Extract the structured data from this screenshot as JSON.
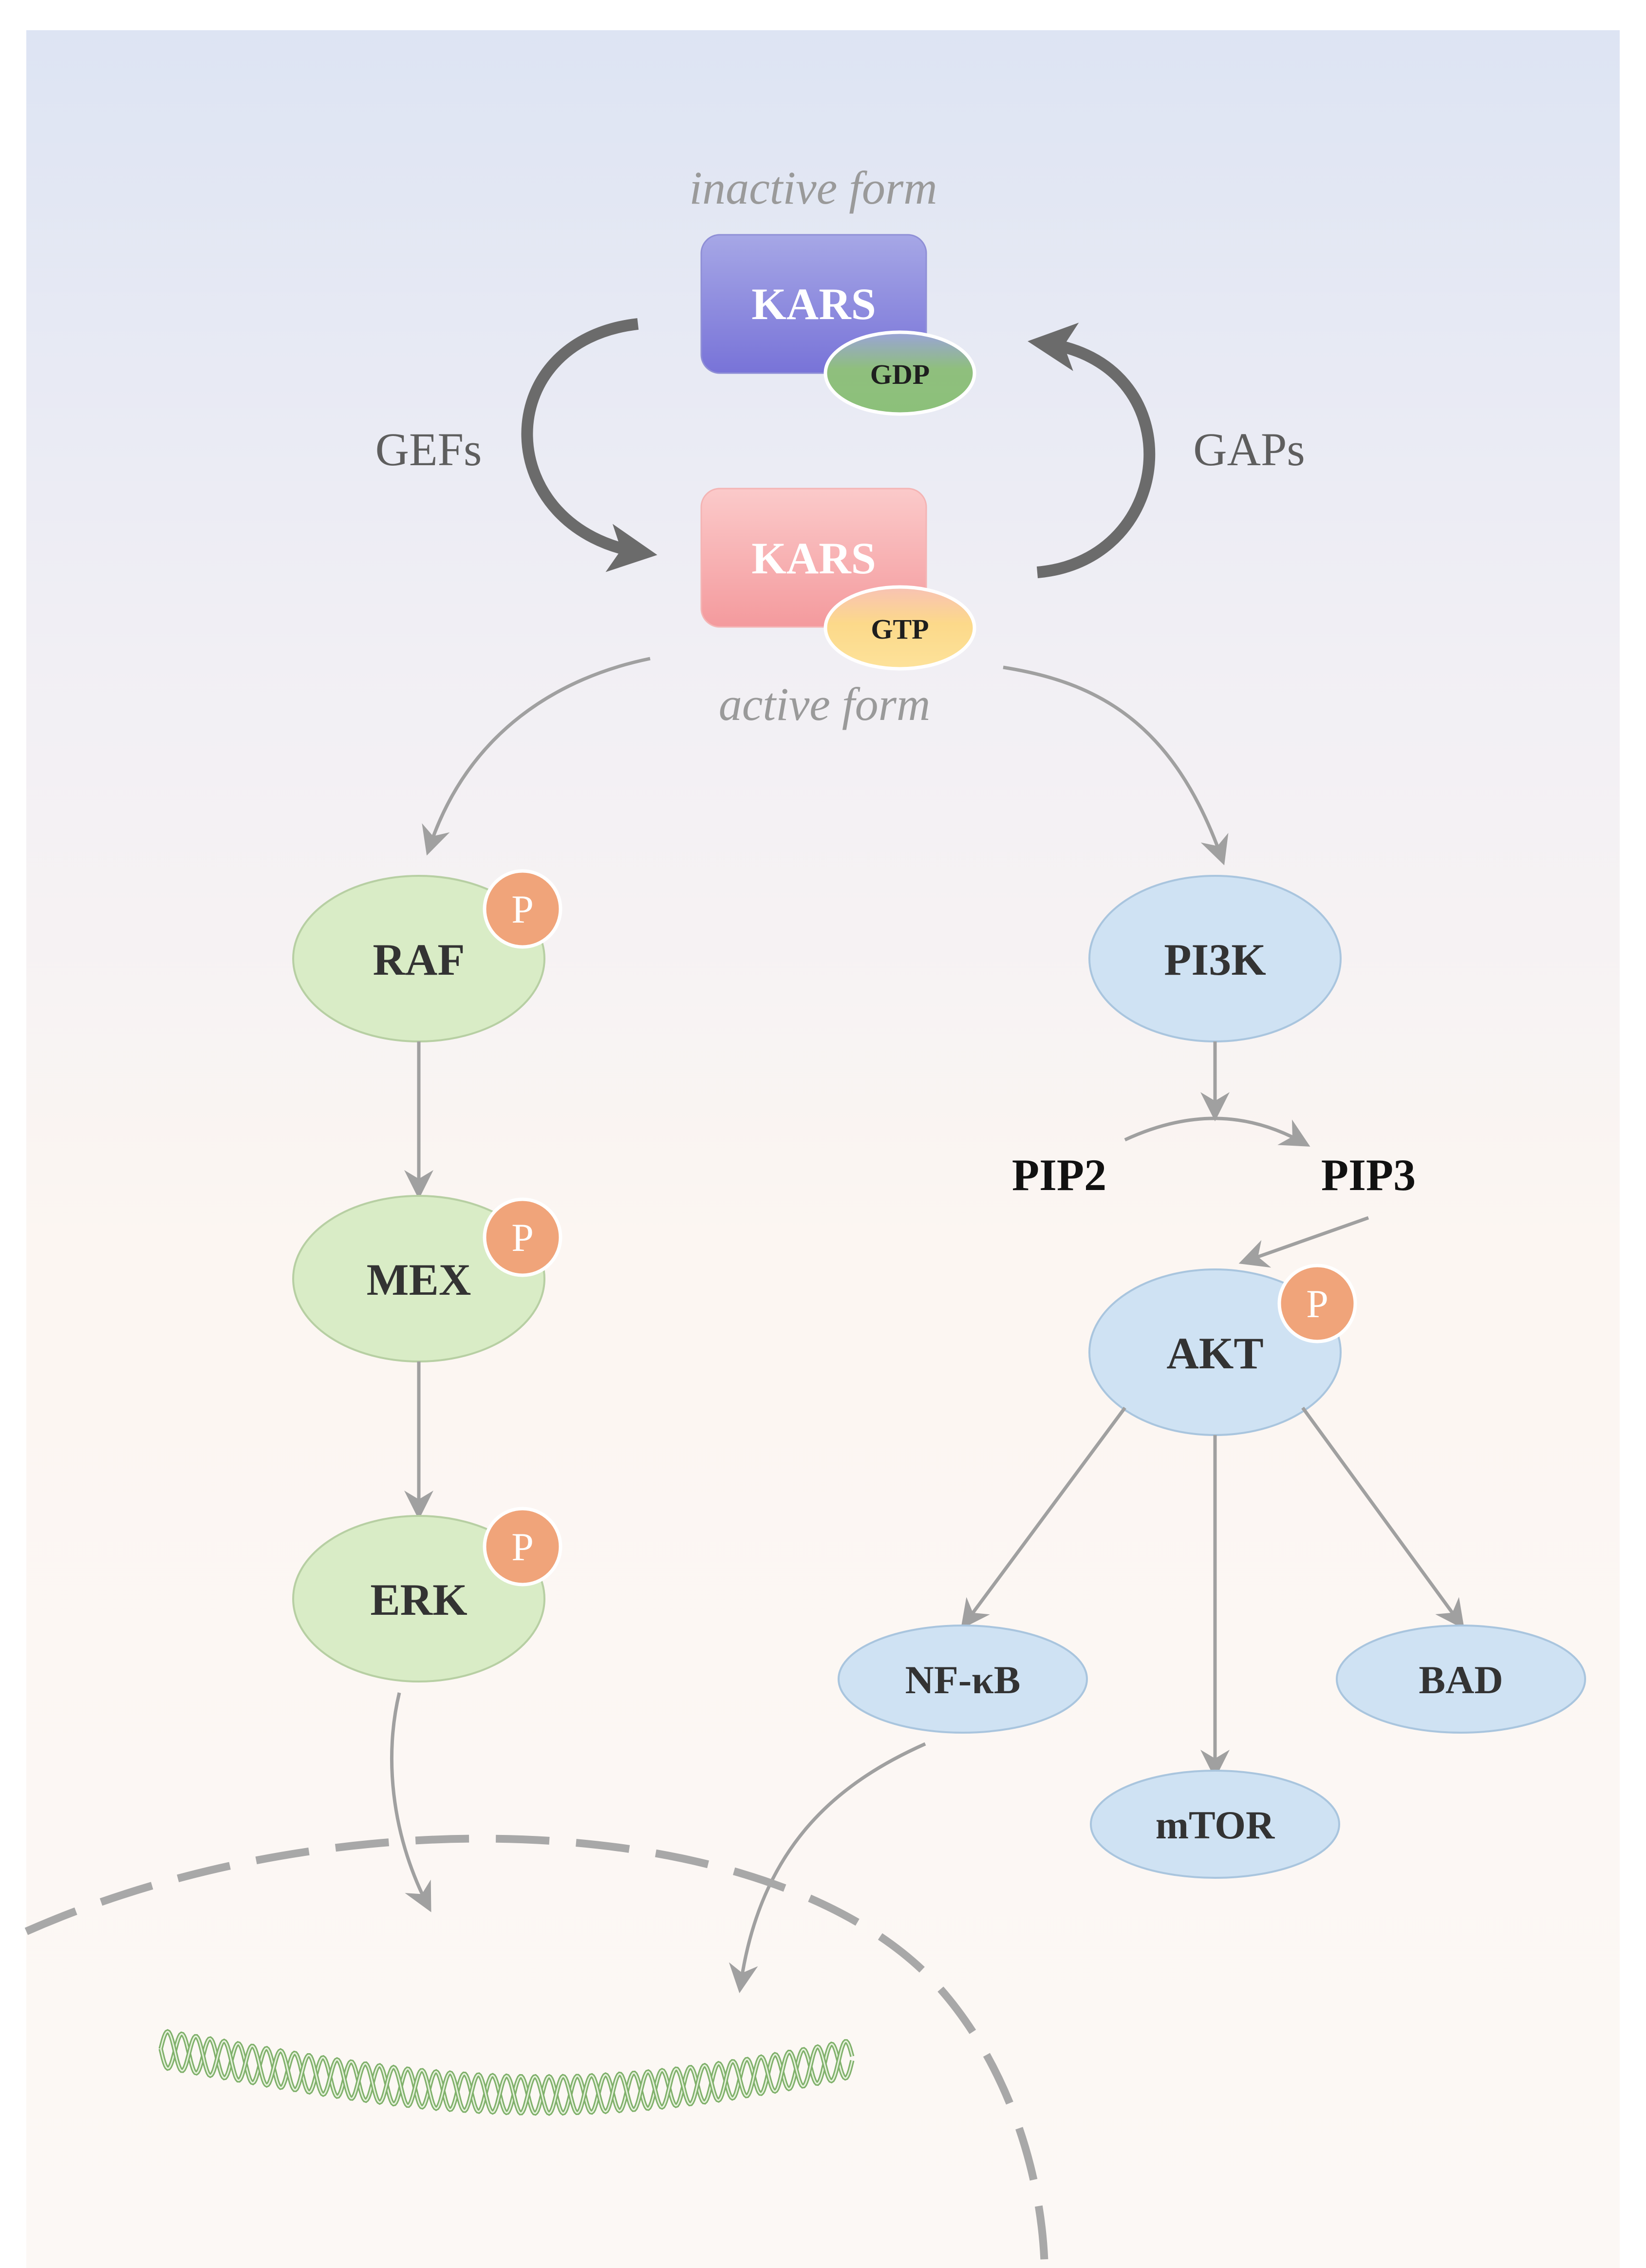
{
  "ras_cycle": {
    "inactive_label": "inactive form",
    "active_label": "active form",
    "inactive_protein": "KARS",
    "active_protein": "KARS",
    "gdp": "GDP",
    "gtp": "GTP",
    "gefs": "GEFs",
    "gaps": "GAPs"
  },
  "mapk_pathway": {
    "raf": "RAF",
    "mex": "MEX",
    "erk": "ERK",
    "phospho": "P"
  },
  "pi3k_pathway": {
    "pi3k": "PI3K",
    "pip2": "PIP2",
    "pip3": "PIP3",
    "akt": "AKT",
    "nfkb": "NF-κB",
    "mtor": "mTOR",
    "bad": "BAD",
    "phospho": "P"
  },
  "colors": {
    "kars_inactive": "#8a86dc",
    "kars_active": "#f5a7a7",
    "gdp": "#8fbf7d",
    "gtp": "#fcd98a",
    "mapk_node": "#d9ecc6",
    "pi3k_node": "#cfe2f3",
    "phospho": "#f0a47a",
    "arrow": "#a0a0a0",
    "cycle_arrow": "#6b6b6b",
    "dna": "#7fb06a"
  }
}
